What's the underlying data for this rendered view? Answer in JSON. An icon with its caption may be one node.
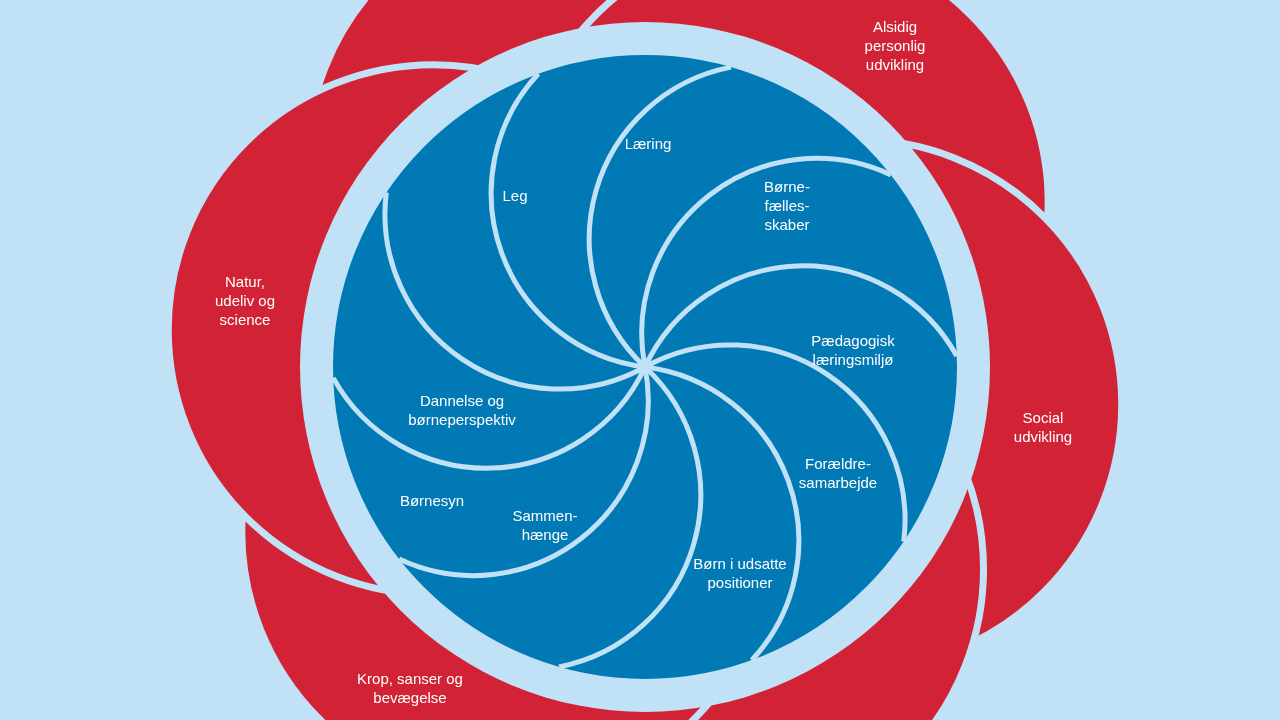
{
  "diagram": {
    "nodes": [
      {
        "text": [
          "Alsidig personlig udvikling"
        ]
      },
      {
        "text": [
          "Læring"
        ]
      },
      {
        "text": [
          "Leg"
        ]
      },
      {
        "text": [
          "Børne- fælles- skaber"
        ]
      },
      {
        "text": [
          "Natur, udeliv og science"
        ]
      },
      {
        "text": [
          "Dannelse og børneperspektiv"
        ]
      },
      {
        "text": [
          "Pædagogisk læringsmiljø"
        ]
      },
      {
        "text": [
          "Social udvikling"
        ]
      },
      {
        "text": [
          "Børnesyn"
        ]
      },
      {
        "text": [
          "Forældre- samarbejde"
        ]
      },
      {
        "text": [
          "Sammen- hænge"
        ]
      },
      {
        "text": [
          "Børn i udsatte positioner"
        ]
      },
      {
        "text": [
          "Krop, sanser og bevægelse"
        ]
      }
    ]
  }
}
